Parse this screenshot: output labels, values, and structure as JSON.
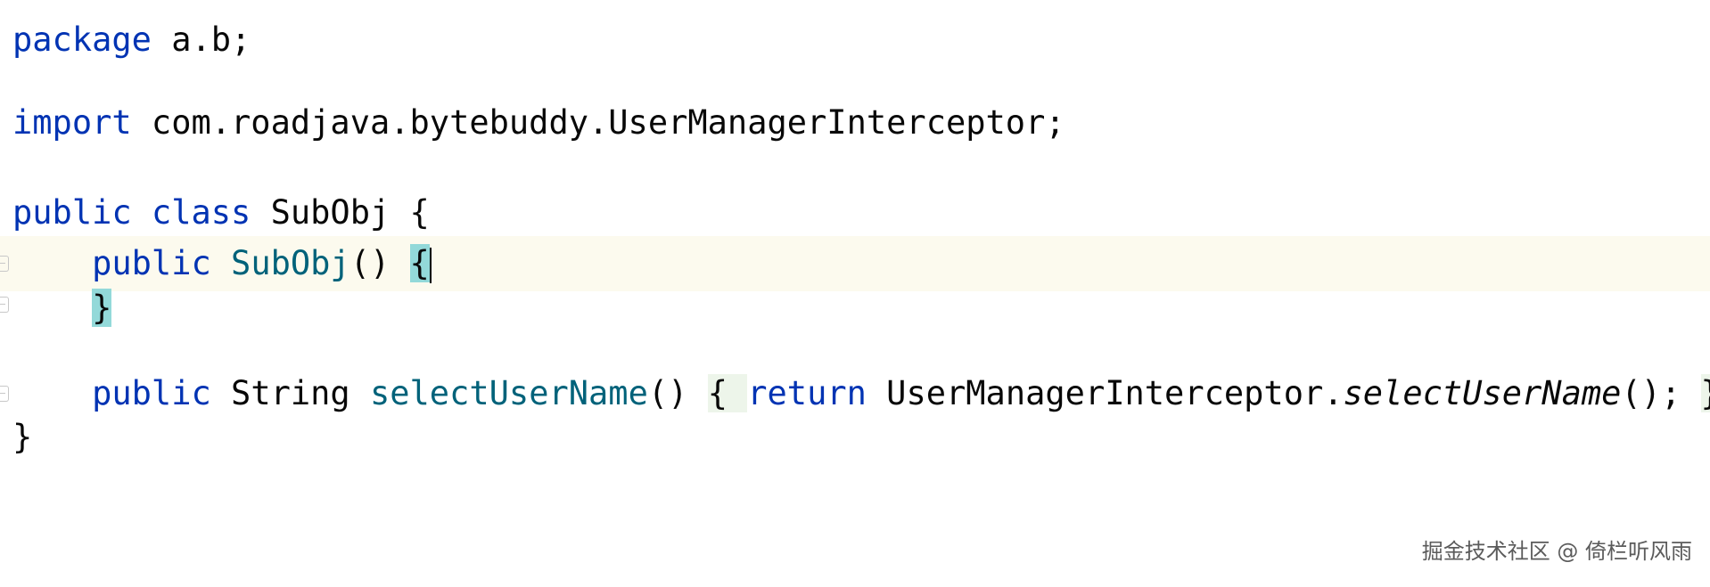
{
  "code_lines": {
    "l1": {
      "kw": "package",
      "rest": " a.b;"
    },
    "l3": {
      "kw": "import",
      "rest": " com.roadjava.bytebuddy.UserManagerInterceptor;"
    },
    "l5": {
      "kw1": "public",
      "sp1": " ",
      "kw2": "class",
      "rest": " SubObj {"
    },
    "l6": {
      "indent": "    ",
      "kw": "public",
      "sp": " ",
      "fn": "SubObj",
      "parens": "()",
      "sp2": " ",
      "brace": "{"
    },
    "l7": {
      "indent": "    ",
      "brace": "}"
    },
    "l9": {
      "indent": "    ",
      "kw": "public",
      "type": " String ",
      "fn": "selectUserName",
      "parens": "() ",
      "open_brace": "{ ",
      "kw_return": "return",
      "cls": " UserManagerInterceptor.",
      "static_call": "selectUserName",
      "tail": "(); ",
      "close_brace": "}"
    },
    "l10": {
      "brace": "}"
    }
  },
  "watermark": "掘金技术社区 @ 倚栏听风雨"
}
